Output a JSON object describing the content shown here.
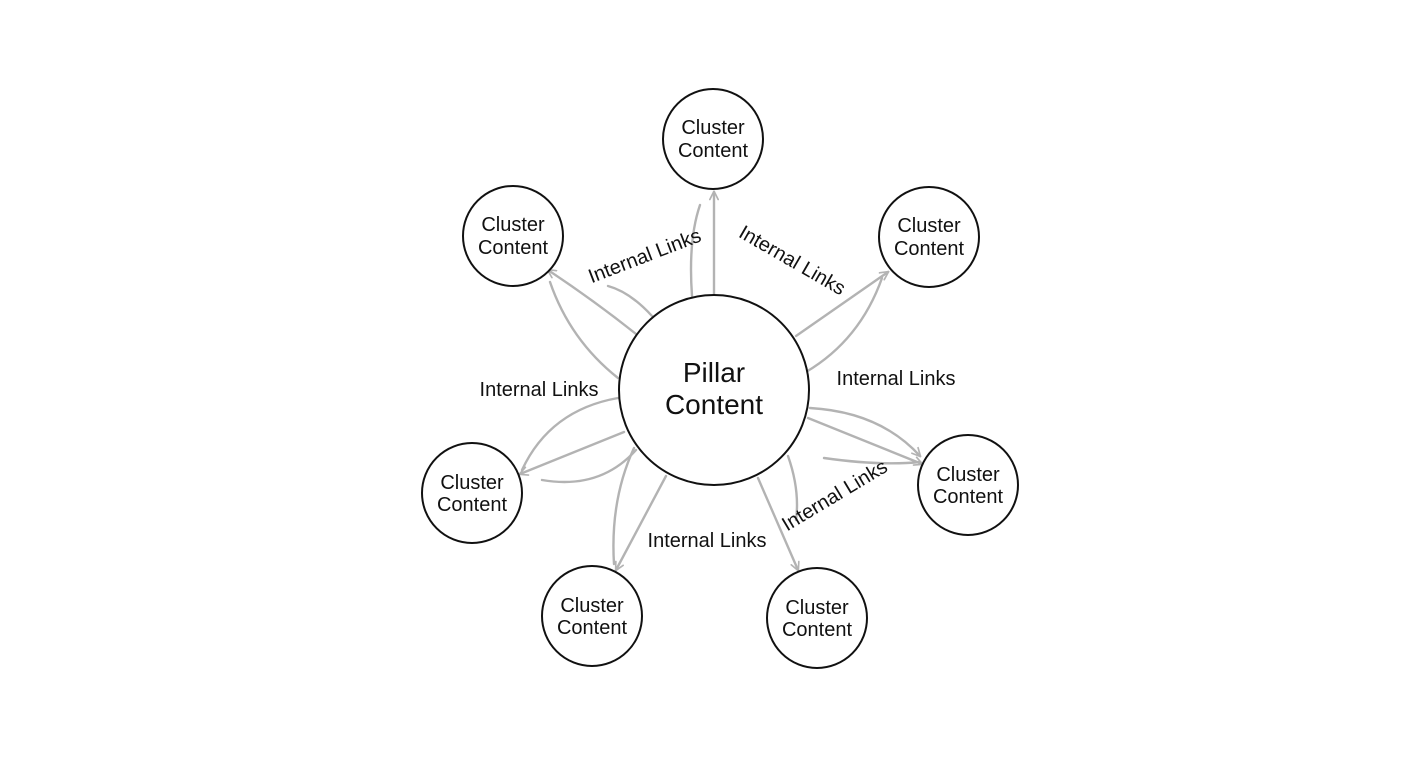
{
  "colors": {
    "node_stroke": "#111111",
    "link_stroke": "#b3b3b3",
    "text": "#111111",
    "background": "#ffffff"
  },
  "pillar": {
    "label_line1": "Pillar",
    "label_line2": "Content"
  },
  "clusters": [
    {
      "id": "top",
      "label_line1": "Cluster",
      "label_line2": "Content"
    },
    {
      "id": "upper-left",
      "label_line1": "Cluster",
      "label_line2": "Content"
    },
    {
      "id": "upper-right",
      "label_line1": "Cluster",
      "label_line2": "Content"
    },
    {
      "id": "left",
      "label_line1": "Cluster",
      "label_line2": "Content"
    },
    {
      "id": "right",
      "label_line1": "Cluster",
      "label_line2": "Content"
    },
    {
      "id": "bottom-left",
      "label_line1": "Cluster",
      "label_line2": "Content"
    },
    {
      "id": "bottom-right",
      "label_line1": "Cluster",
      "label_line2": "Content"
    }
  ],
  "link_labels": [
    "Internal Links",
    "Internal Links",
    "Internal Links",
    "Internal Links",
    "Internal Links",
    "Internal Links"
  ]
}
